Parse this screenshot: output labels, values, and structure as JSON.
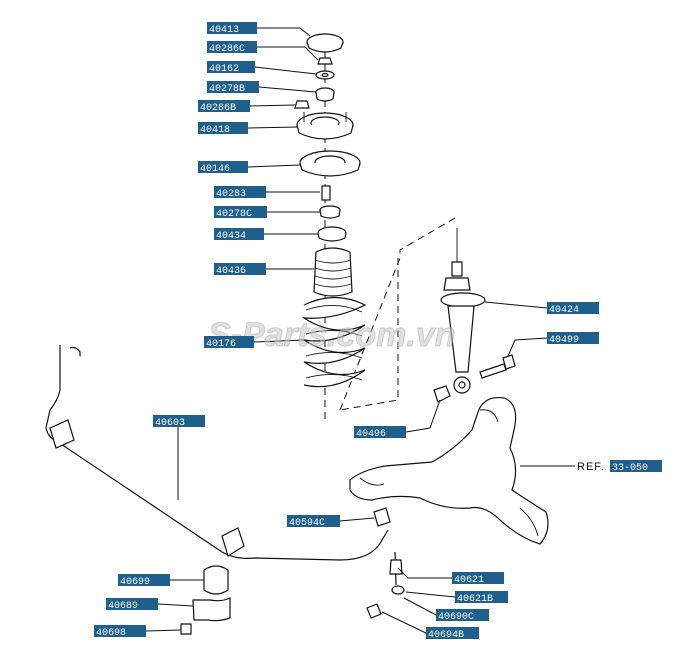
{
  "watermark": "S-Parts.com.vn",
  "reference": {
    "prefix": "REF.",
    "code": "33-050"
  },
  "colors": {
    "callout_bg": "#1f5f8b",
    "callout_text": "#ffffff",
    "line": "#111111"
  },
  "callouts": [
    {
      "id": "c1",
      "part_no": "40413"
    },
    {
      "id": "c2",
      "part_no": "40286C"
    },
    {
      "id": "c3",
      "part_no": "40162"
    },
    {
      "id": "c4",
      "part_no": "40278B"
    },
    {
      "id": "c5",
      "part_no": "40286B"
    },
    {
      "id": "c6",
      "part_no": "40418"
    },
    {
      "id": "c7",
      "part_no": "40146"
    },
    {
      "id": "c8",
      "part_no": "40283"
    },
    {
      "id": "c9",
      "part_no": "40278C"
    },
    {
      "id": "c10",
      "part_no": "40434"
    },
    {
      "id": "c11",
      "part_no": "40436"
    },
    {
      "id": "c12",
      "part_no": "40176"
    },
    {
      "id": "c13",
      "part_no": "40424"
    },
    {
      "id": "c14",
      "part_no": "40499"
    },
    {
      "id": "c15",
      "part_no": "40496"
    },
    {
      "id": "c16",
      "part_no": "40603"
    },
    {
      "id": "c17",
      "part_no": "40594C"
    },
    {
      "id": "c18",
      "part_no": "40621"
    },
    {
      "id": "c19",
      "part_no": "40621B"
    },
    {
      "id": "c20",
      "part_no": "40690C"
    },
    {
      "id": "c21",
      "part_no": "40694B"
    },
    {
      "id": "c22",
      "part_no": "40699"
    },
    {
      "id": "c23",
      "part_no": "40689"
    },
    {
      "id": "c24",
      "part_no": "40698"
    }
  ]
}
